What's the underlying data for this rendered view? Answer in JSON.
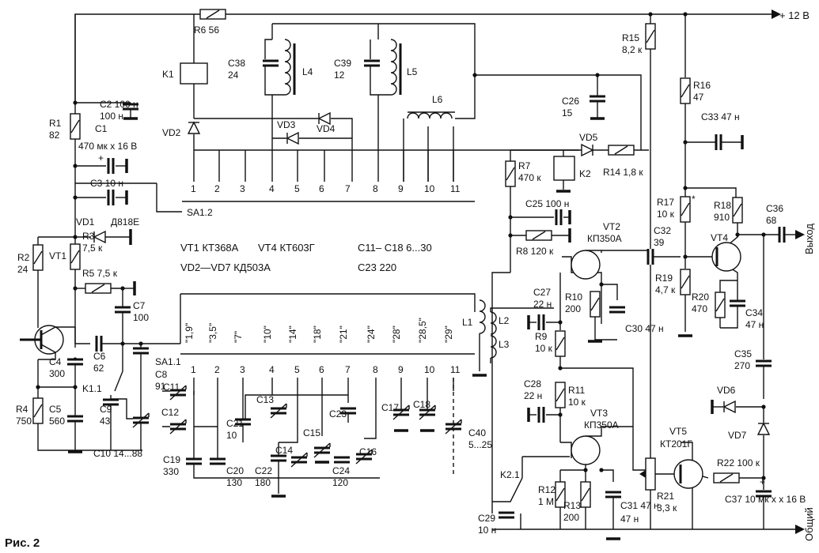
{
  "figure": {
    "caption": "Рис. 2"
  },
  "terminals": {
    "power": "+ 12 В",
    "output": "Выход",
    "common": "Общий"
  },
  "transistors": [
    {
      "ref": "VT1"
    },
    {
      "ref": "VT2",
      "type": "КП350А"
    },
    {
      "ref": "VT3",
      "type": "КП350А"
    },
    {
      "ref": "VT4"
    },
    {
      "ref": "VT5",
      "type": "КТ201Г"
    }
  ],
  "resistors": [
    {
      "ref": "R1",
      "value": "82"
    },
    {
      "ref": "R2",
      "value": "24"
    },
    {
      "ref": "R3",
      "value": "7,5 к"
    },
    {
      "ref": "R4",
      "value": "750"
    },
    {
      "ref": "R5",
      "value": "7,5 к"
    },
    {
      "ref": "R6",
      "value": "56"
    },
    {
      "ref": "R7",
      "value": "470 к"
    },
    {
      "ref": "R8",
      "value": "120 к"
    },
    {
      "ref": "R9",
      "value": "10 к"
    },
    {
      "ref": "R10",
      "value": "200"
    },
    {
      "ref": "R11",
      "value": "10 к"
    },
    {
      "ref": "R12",
      "value": "1 М"
    },
    {
      "ref": "R13",
      "value": "200"
    },
    {
      "ref": "R14",
      "value": "1,8 к"
    },
    {
      "ref": "R15",
      "value": "8,2 к"
    },
    {
      "ref": "R16",
      "value": "47"
    },
    {
      "ref": "R17",
      "value": "10 к"
    },
    {
      "ref": "R18",
      "value": "910"
    },
    {
      "ref": "R19",
      "value": "4,7 к"
    },
    {
      "ref": "R20",
      "value": "470"
    },
    {
      "ref": "R21",
      "value": "3,3 к"
    },
    {
      "ref": "R22",
      "value": "100 к"
    }
  ],
  "capacitors": [
    {
      "ref": "C1",
      "value": "470 мк х 16 В"
    },
    {
      "ref": "C2",
      "value": "100 н"
    },
    {
      "ref": "C3",
      "value": "10 н"
    },
    {
      "ref": "C4",
      "value": "300"
    },
    {
      "ref": "C5",
      "value": "560"
    },
    {
      "ref": "C6",
      "value": "62"
    },
    {
      "ref": "C7",
      "value": "100"
    },
    {
      "ref": "C8",
      "value": "91"
    },
    {
      "ref": "C9",
      "value": "43"
    },
    {
      "ref": "C10",
      "value": "14...88"
    },
    {
      "ref": "C11",
      "value": ""
    },
    {
      "ref": "C12",
      "value": ""
    },
    {
      "ref": "C13",
      "value": ""
    },
    {
      "ref": "C14",
      "value": ""
    },
    {
      "ref": "C15",
      "value": ""
    },
    {
      "ref": "C16",
      "value": ""
    },
    {
      "ref": "C17",
      "value": ""
    },
    {
      "ref": "C18",
      "value": ""
    },
    {
      "ref": "C19",
      "value": "330"
    },
    {
      "ref": "C20",
      "value": "130"
    },
    {
      "ref": "C21",
      "value": "10"
    },
    {
      "ref": "C22",
      "value": "180"
    },
    {
      "ref": "C23",
      "value": ""
    },
    {
      "ref": "C24",
      "value": "120"
    },
    {
      "ref": "C25",
      "value": "100 н"
    },
    {
      "ref": "C26",
      "value": "15"
    },
    {
      "ref": "C27",
      "value": "22 н"
    },
    {
      "ref": "C28",
      "value": "22 н"
    },
    {
      "ref": "C29",
      "value": "10 н"
    },
    {
      "ref": "C30",
      "value": "47 н"
    },
    {
      "ref": "C31",
      "value": "47 н"
    },
    {
      "ref": "C32",
      "value": "39"
    },
    {
      "ref": "C33",
      "value": "47 н"
    },
    {
      "ref": "C34",
      "value": "47 н"
    },
    {
      "ref": "C35",
      "value": "270"
    },
    {
      "ref": "C36",
      "value": "68"
    },
    {
      "ref": "C37",
      "value": "10 мк х х 16 В"
    },
    {
      "ref": "C38",
      "value": "24"
    },
    {
      "ref": "C39",
      "value": "12"
    },
    {
      "ref": "C40",
      "value": "5...25"
    }
  ],
  "diodes": [
    {
      "ref": "VD1",
      "value": "Д818Е"
    },
    {
      "ref": "VD2"
    },
    {
      "ref": "VD3"
    },
    {
      "ref": "VD4"
    },
    {
      "ref": "VD5"
    },
    {
      "ref": "VD6"
    },
    {
      "ref": "VD7"
    }
  ],
  "inductors": [
    "L1",
    "L2",
    "L3",
    "L4",
    "L5",
    "L6"
  ],
  "relays": [
    "K1",
    "K2"
  ],
  "contacts": [
    "K1.1",
    "K2.1"
  ],
  "switch": {
    "sections": [
      "SA1.1",
      "SA1.2"
    ],
    "positions": [
      "1",
      "2",
      "3",
      "4",
      "5",
      "6",
      "7",
      "8",
      "9",
      "10",
      "11"
    ],
    "band_labels": [
      "\"1,9\"",
      "\"3,5\"",
      "\"7\"",
      "\"10\"",
      "\"14\"",
      "\"18\"",
      "\"21\"",
      "\"24\"",
      "\"28\"",
      "\"28,5\"",
      "\"29\""
    ]
  },
  "notes": {
    "line1a": "VT1  КТ368А",
    "line1b": "VT4  КТ603Г",
    "line2": "VD2—VD7  КД503А",
    "line3": "С11– С18  6...30",
    "line4": "С23  220"
  }
}
